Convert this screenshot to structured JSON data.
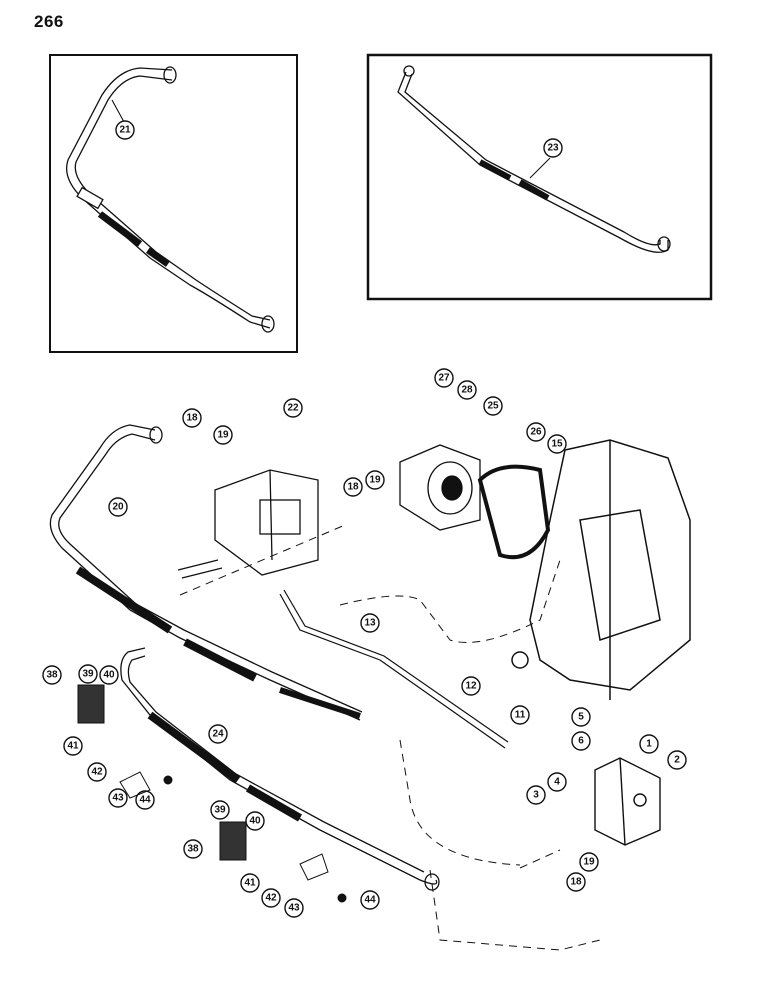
{
  "page": {
    "number": "266"
  },
  "callouts": [
    {
      "id": "c21",
      "label": "21"
    },
    {
      "id": "c23",
      "label": "23"
    },
    {
      "id": "c27",
      "label": "27"
    },
    {
      "id": "c28",
      "label": "28"
    },
    {
      "id": "c25",
      "label": "25"
    },
    {
      "id": "c26",
      "label": "26"
    },
    {
      "id": "c15",
      "label": "15"
    },
    {
      "id": "c22",
      "label": "22"
    },
    {
      "id": "c18a",
      "label": "18"
    },
    {
      "id": "c19a",
      "label": "19"
    },
    {
      "id": "c20",
      "label": "20"
    },
    {
      "id": "c18b",
      "label": "18"
    },
    {
      "id": "c19b",
      "label": "19"
    },
    {
      "id": "c13",
      "label": "13"
    },
    {
      "id": "c12",
      "label": "12"
    },
    {
      "id": "c11",
      "label": "11"
    },
    {
      "id": "c5",
      "label": "5"
    },
    {
      "id": "c6",
      "label": "6"
    },
    {
      "id": "c1",
      "label": "1"
    },
    {
      "id": "c2",
      "label": "2"
    },
    {
      "id": "c4",
      "label": "4"
    },
    {
      "id": "c3",
      "label": "3"
    },
    {
      "id": "c19c",
      "label": "19"
    },
    {
      "id": "c18c",
      "label": "18"
    },
    {
      "id": "c38a",
      "label": "38"
    },
    {
      "id": "c39a",
      "label": "39"
    },
    {
      "id": "c40a",
      "label": "40"
    },
    {
      "id": "c24",
      "label": "24"
    },
    {
      "id": "c41a",
      "label": "41"
    },
    {
      "id": "c42a",
      "label": "42"
    },
    {
      "id": "c43a",
      "label": "43"
    },
    {
      "id": "c44a",
      "label": "44"
    },
    {
      "id": "c39b",
      "label": "39"
    },
    {
      "id": "c40b",
      "label": "40"
    },
    {
      "id": "c38b",
      "label": "38"
    },
    {
      "id": "c41b",
      "label": "41"
    },
    {
      "id": "c42b",
      "label": "42"
    },
    {
      "id": "c43b",
      "label": "43"
    },
    {
      "id": "c44b",
      "label": "44"
    }
  ]
}
